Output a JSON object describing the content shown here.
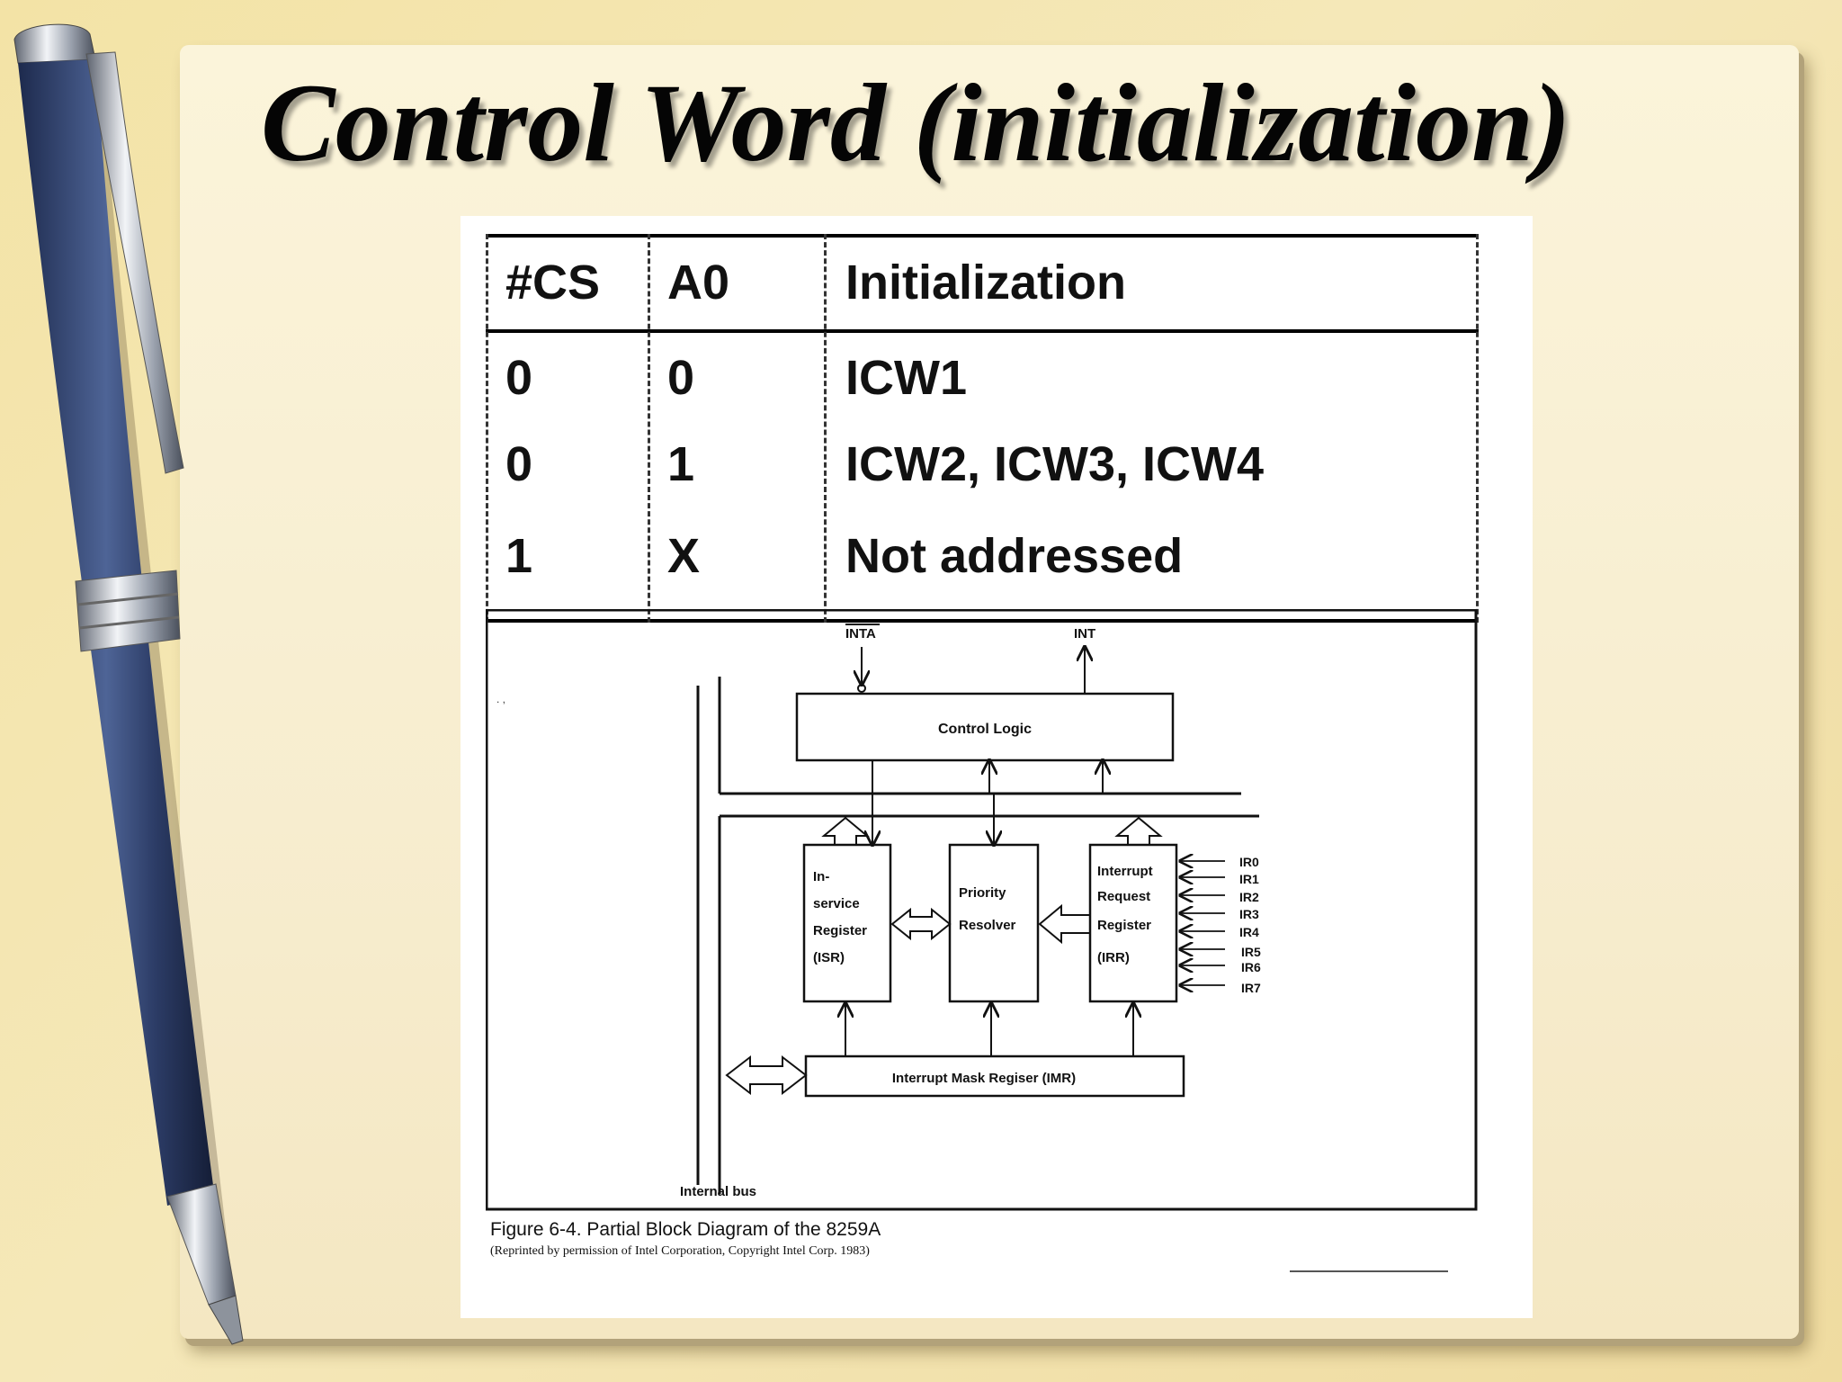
{
  "slide": {
    "title": "Control Word (initialization)"
  },
  "table": {
    "headers": [
      "#CS",
      "A0",
      "Initialization"
    ],
    "rows": [
      [
        "0",
        "0",
        "ICW1"
      ],
      [
        "0",
        "1",
        "ICW2, ICW3, ICW4"
      ],
      [
        "1",
        "X",
        "Not addressed"
      ]
    ]
  },
  "diagram": {
    "inta_label": "INTA",
    "int_label": "INT",
    "control_logic": "Control Logic",
    "isr": [
      "In-",
      "service",
      "Register",
      "(ISR)"
    ],
    "priority_resolver": [
      "Priority",
      "Resolver"
    ],
    "irr": [
      "Interrupt",
      "Request",
      "Register",
      "(IRR)"
    ],
    "imr": "Interrupt Mask Regiser (IMR)",
    "internal_bus": "Internal bus",
    "ir_lines": [
      "IR0",
      "IR1",
      "IR2",
      "IR3",
      "IR4",
      "IR5",
      "IR6",
      "IR7"
    ]
  },
  "caption": {
    "main": "Figure 6-4. Partial Block Diagram of the 8259A",
    "credit": "(Reprinted by permission of Intel Corporation, Copyright Intel Corp. 1983)"
  }
}
